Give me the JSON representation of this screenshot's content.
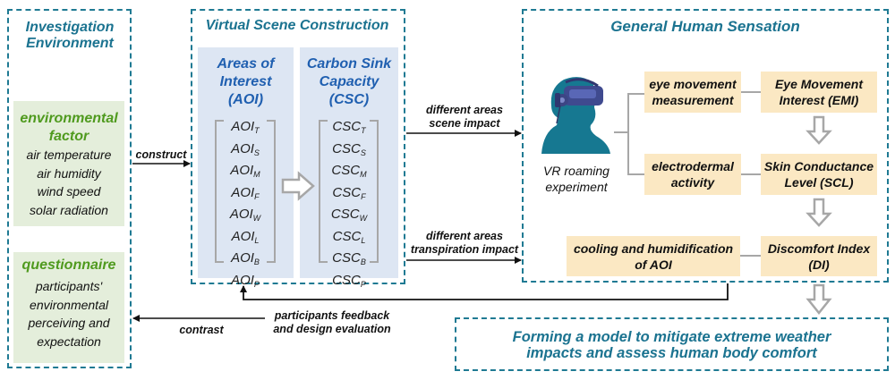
{
  "investigation": {
    "title_line1": "Investigation",
    "title_line2": "Environment",
    "environmental_factor": {
      "title_line1": "environmental",
      "title_line2": "factor",
      "items": [
        "air temperature",
        "air humidity",
        "wind speed",
        "solar radiation"
      ]
    },
    "questionnaire": {
      "title": "questionnaire",
      "lines": [
        "participants'",
        "environmental",
        "perceiving and",
        "expectation"
      ]
    }
  },
  "virtual_scene": {
    "title": "Virtual Scene Construction",
    "aoi": {
      "title_lines": [
        "Areas of",
        "Interest",
        "(AOI)"
      ],
      "base": "AOI",
      "subscripts": [
        "T",
        "S",
        "M",
        "F",
        "W",
        "L",
        "B",
        "P"
      ]
    },
    "csc": {
      "title_lines": [
        "Carbon Sink",
        "Capacity",
        "(CSC)"
      ],
      "base": "CSC",
      "subscripts": [
        "T",
        "S",
        "M",
        "F",
        "W",
        "L",
        "B",
        "P"
      ]
    }
  },
  "general_human_sensation": {
    "title": "General Human Sensation",
    "vr_label_lines": [
      "VR roaming",
      "experiment"
    ],
    "eye_movement_measurement": [
      "eye movement",
      "measurement"
    ],
    "emi": [
      "Eye Movement",
      "Interest (EMI)"
    ],
    "electrodermal_activity": [
      "electrodermal",
      "activity"
    ],
    "scl": [
      "Skin Conductance",
      "Level (SCL)"
    ],
    "cooling": [
      "cooling and humidification",
      "of AOI"
    ],
    "di": [
      "Discomfort Index",
      "(DI)"
    ]
  },
  "arrows": {
    "construct": "construct",
    "scene_impact": [
      "different areas",
      "scene impact"
    ],
    "transpiration_impact": [
      "different areas",
      "transpiration impact"
    ],
    "feedback": [
      "participants feedback",
      "and design evaluation"
    ],
    "contrast": "contrast"
  },
  "conclusion": [
    "Forming a model to mitigate extreme weather",
    "impacts and assess human body comfort"
  ],
  "colors": {
    "teal": "#1b7390",
    "blue": "#1f5fb0",
    "green": "#4f9a1e",
    "green_panel": "#e4eedb",
    "blue_panel": "#dde6f3",
    "tan_box": "#fbe8c3",
    "gray_arrow": "#a7a7a7"
  }
}
